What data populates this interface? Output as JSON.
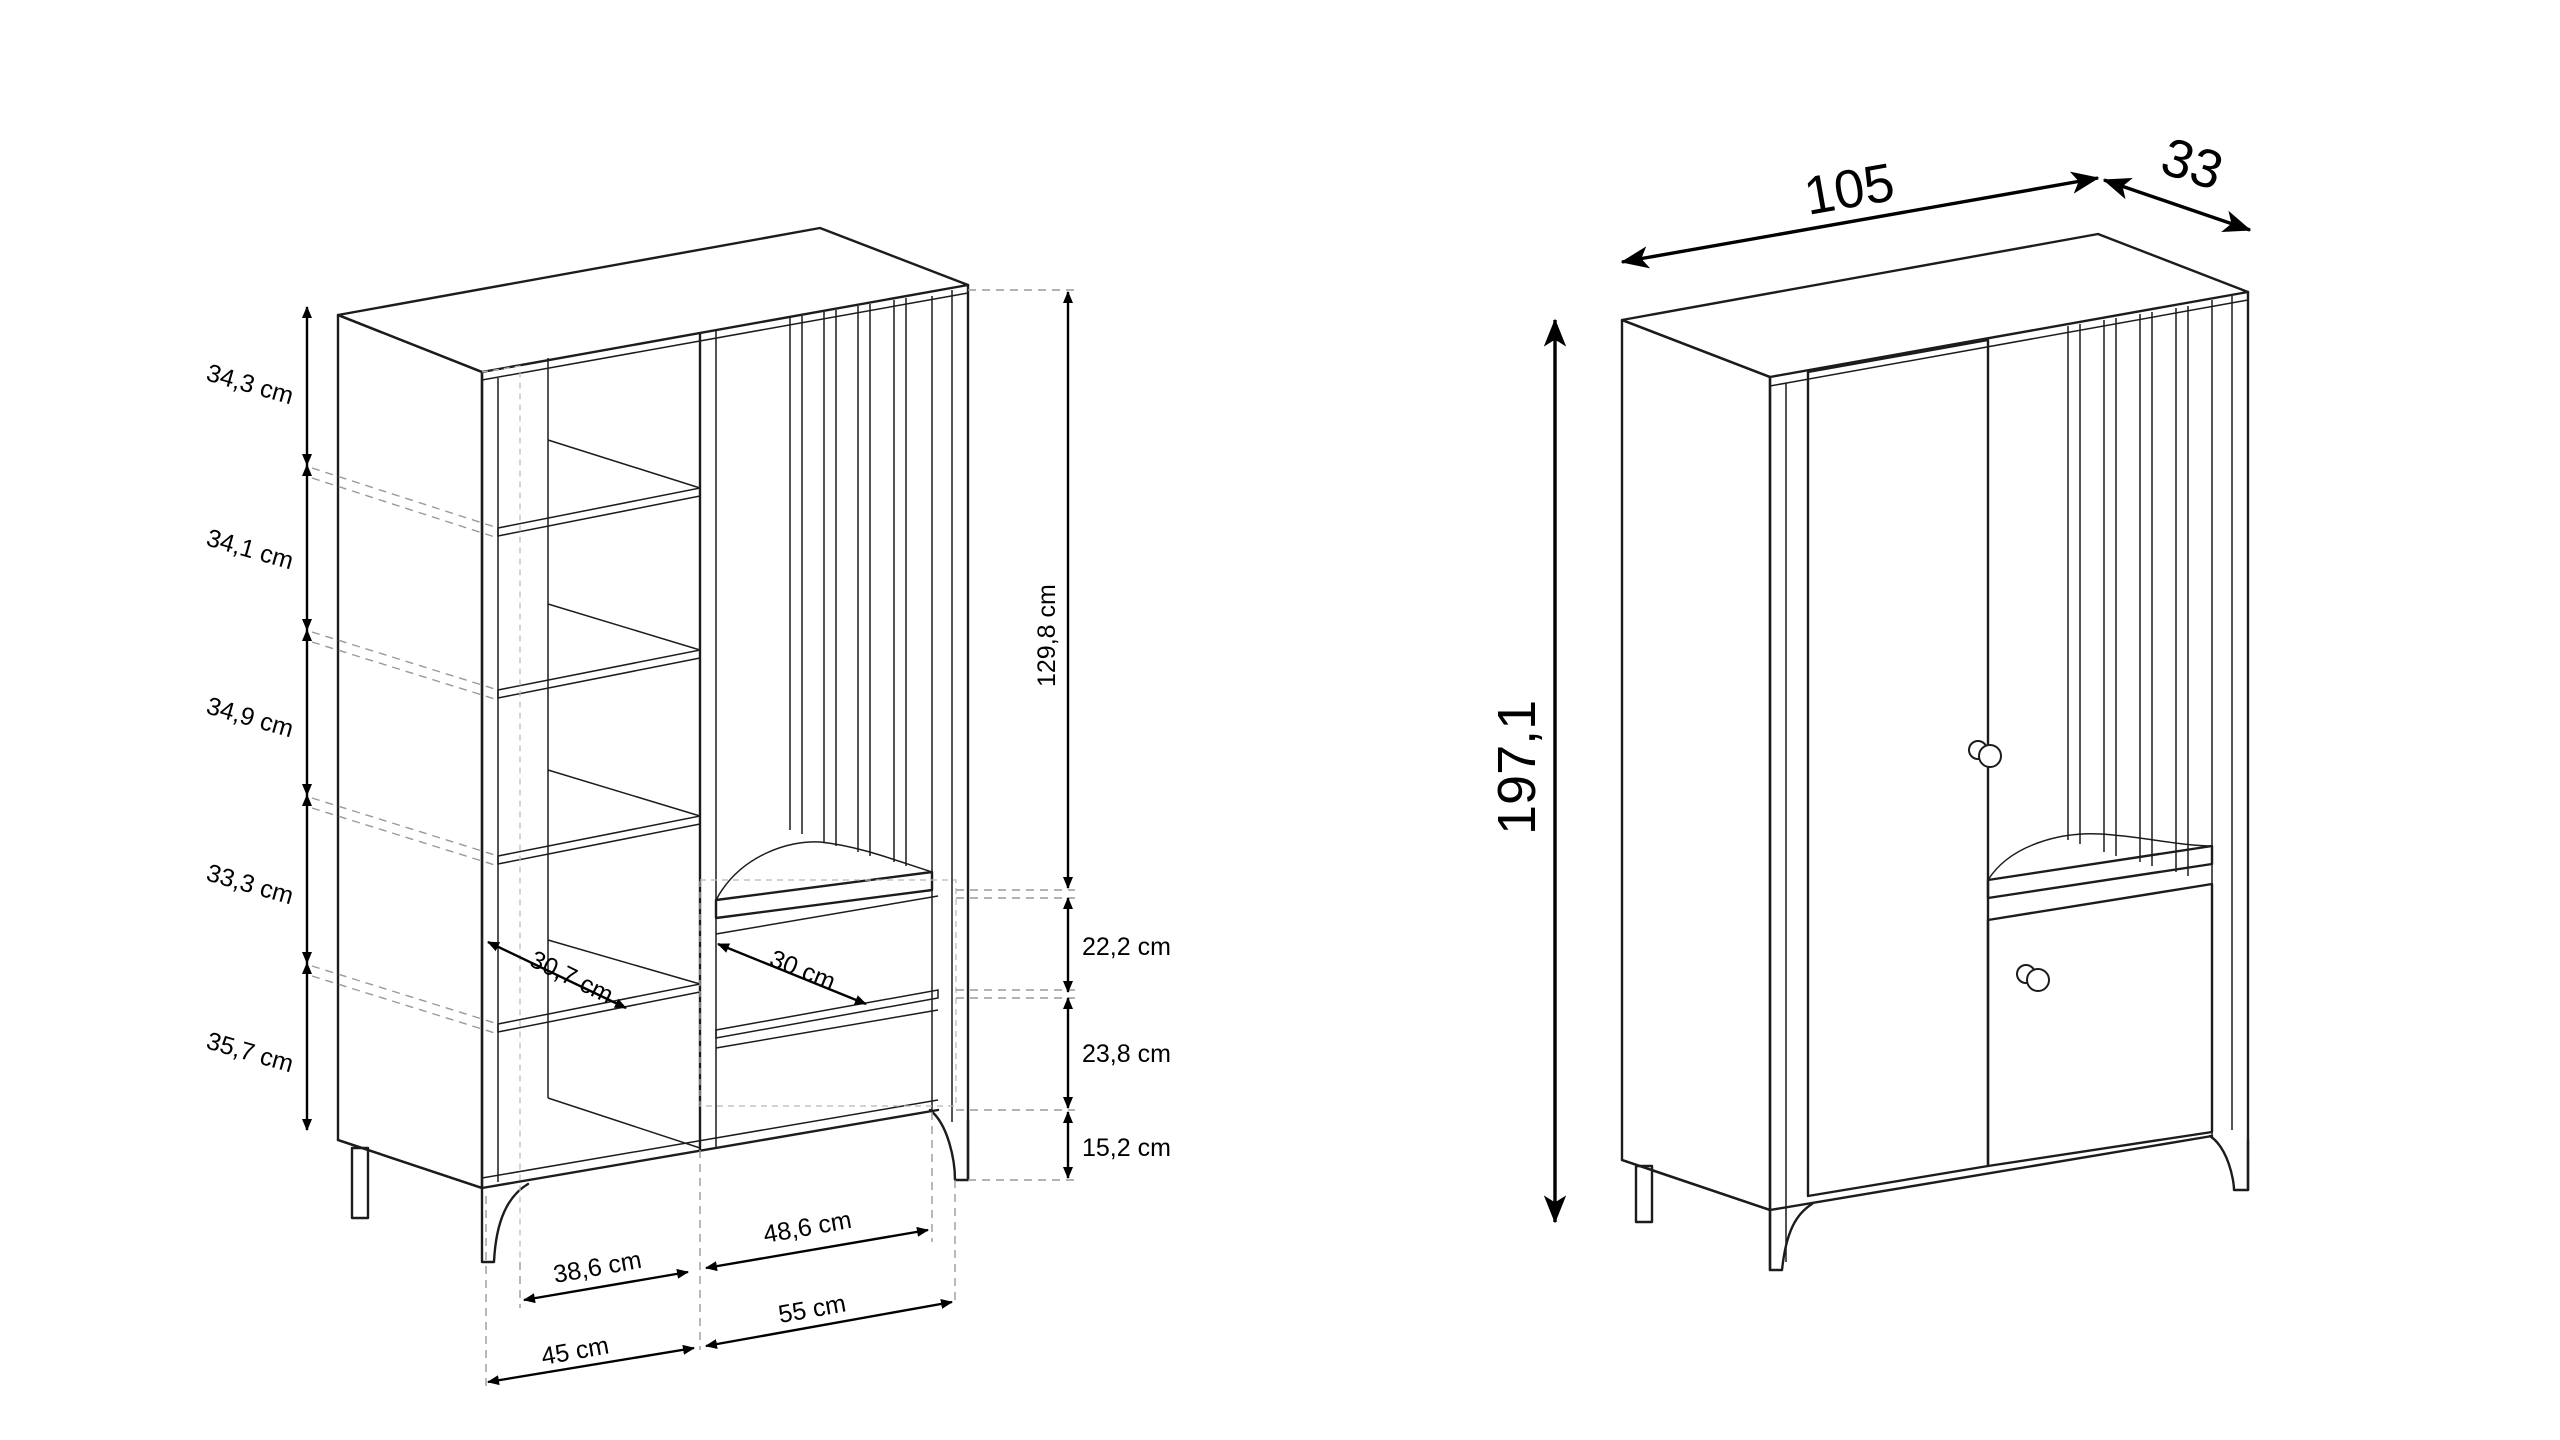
{
  "left_diagram": {
    "shelf_heights": [
      "34,3 cm",
      "34,1 cm",
      "34,9 cm",
      "33,3 cm",
      "35,7 cm"
    ],
    "right_heights": {
      "upper": "129,8 cm",
      "drawer": "22,2 cm",
      "lower": "23,8 cm",
      "legs": "15,2 cm"
    },
    "depths": {
      "left": "30,7 cm",
      "right": "30 cm"
    },
    "inner_widths": {
      "left": "38,6 cm",
      "right": "48,6 cm"
    },
    "outer_widths": {
      "left": "45 cm",
      "right": "55 cm"
    }
  },
  "right_diagram": {
    "width": "105",
    "depth": "33",
    "height": "197,1"
  }
}
